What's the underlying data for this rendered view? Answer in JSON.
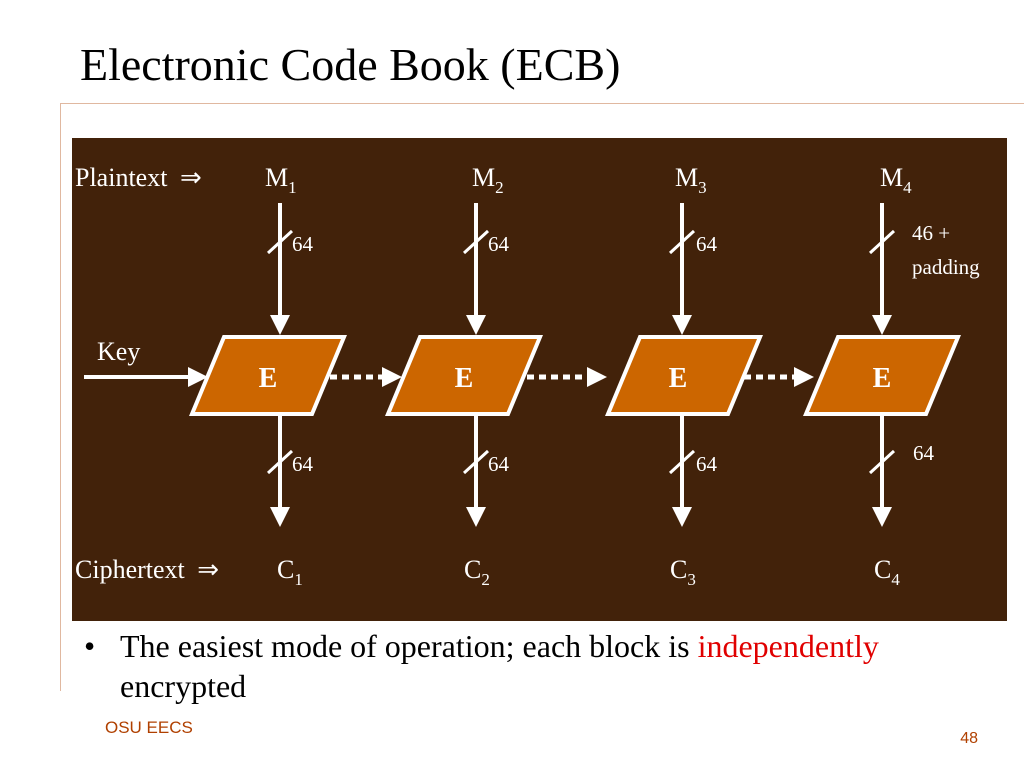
{
  "slide": {
    "title": "Electronic Code Book (ECB)",
    "bullet_before": "The easiest mode of operation; each block is ",
    "bullet_highlight": "independently",
    "bullet_after": " encrypted",
    "footer_left": "OSU EECS",
    "page_number": "48"
  },
  "diagram": {
    "plaintext_label": "Plaintext",
    "ciphertext_label": "Ciphertext",
    "implies_symbol": "⇒",
    "key_label": "Key",
    "blocks": [
      {
        "m": "M",
        "m_sub": "1",
        "in_bits": "64",
        "cipher": "E",
        "out_bits": "64",
        "c": "C",
        "c_sub": "1"
      },
      {
        "m": "M",
        "m_sub": "2",
        "in_bits": "64",
        "cipher": "E",
        "out_bits": "64",
        "c": "C",
        "c_sub": "2"
      },
      {
        "m": "M",
        "m_sub": "3",
        "in_bits": "64",
        "cipher": "E",
        "out_bits": "64",
        "c": "C",
        "c_sub": "3"
      },
      {
        "m": "M",
        "m_sub": "4",
        "in_bits_line1": "46 +",
        "in_bits_line2": "padding",
        "cipher": "E",
        "out_bits": "64",
        "c": "C",
        "c_sub": "4"
      }
    ]
  },
  "colors": {
    "background": "#42220a",
    "encrypt_box": "#cc6600",
    "box_border": "#ffffff",
    "text": "#ffffff",
    "highlight": "#e00000",
    "footer": "#b04000"
  }
}
